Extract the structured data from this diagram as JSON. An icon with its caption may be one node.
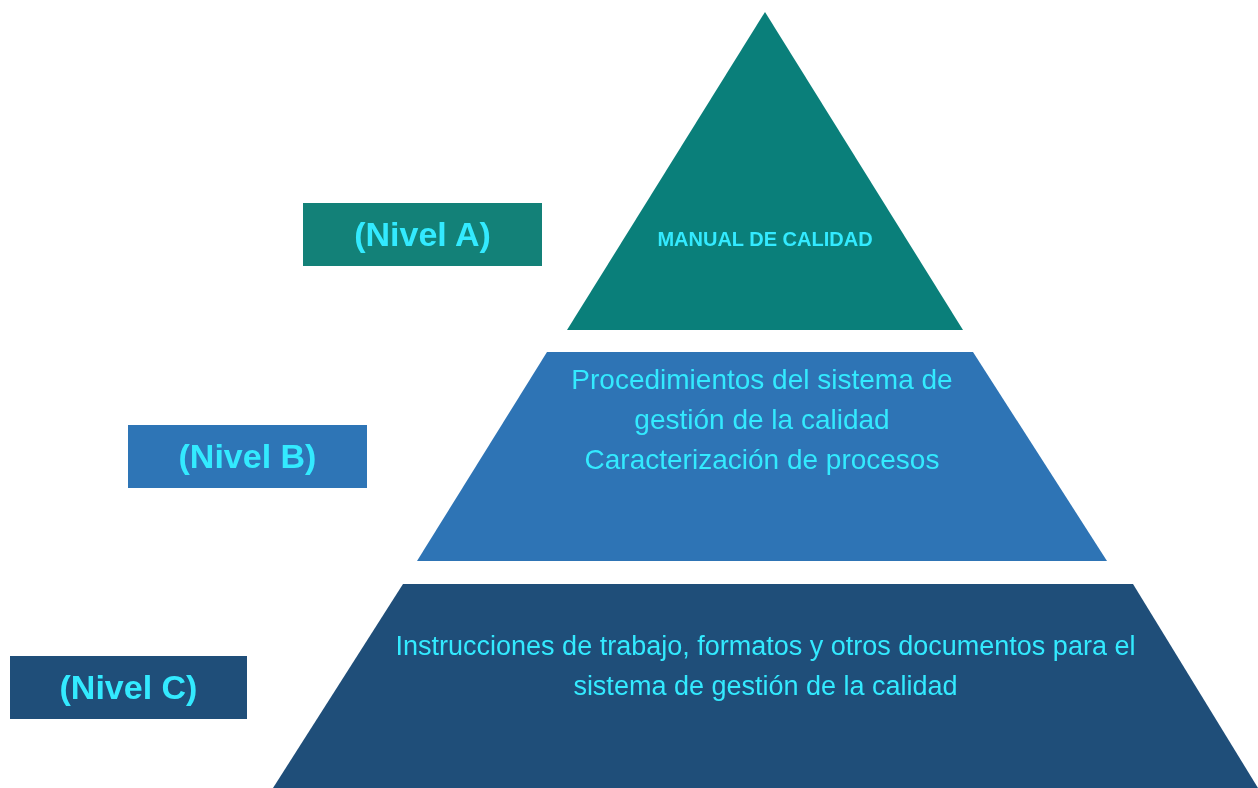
{
  "diagram": {
    "nodes": [
      {
        "text": [
          "(Nivel A)"
        ]
      },
      {
        "text": [
          "MANUAL DE CALIDAD"
        ]
      },
      {
        "text": [
          "(Nivel B)"
        ]
      },
      {
        "text": [
          "Procedimientos del sistema de gestión de la calidad",
          "Caracterización de procesos"
        ]
      },
      {
        "text": [
          "(Nivel C)"
        ]
      },
      {
        "text": [
          "Instrucciones de trabajo, formatos y otros documentos para el sistema de gestión de la calidad"
        ]
      }
    ]
  }
}
